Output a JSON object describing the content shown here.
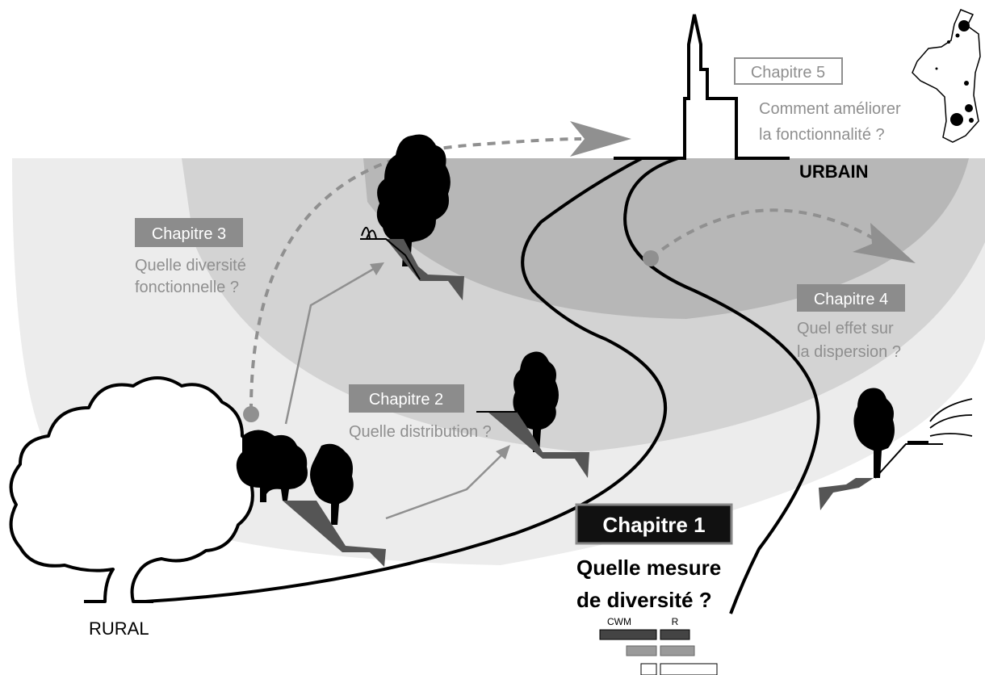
{
  "labels": {
    "urbain": "URBAIN",
    "rural": "RURAL"
  },
  "chapters": [
    {
      "tag": "Chapitre 1",
      "question_line1": "Quelle mesure",
      "question_line2": "de diversité ?"
    },
    {
      "tag": "Chapitre 2",
      "question_line1": "Quelle distribution ?"
    },
    {
      "tag": "Chapitre 3",
      "question_line1": "Quelle diversité",
      "question_line2": "fonctionnelle ?"
    },
    {
      "tag": "Chapitre 4",
      "question_line1": "Quel effet sur",
      "question_line2": "la dispersion ?"
    },
    {
      "tag": "Chapitre 5",
      "question_line1": "Comment améliorer",
      "question_line2": "la fonctionnalité ?"
    }
  ],
  "legend": {
    "col1": "CWM",
    "col2": "R"
  },
  "colors": {
    "background": "#ffffff",
    "band_outer": "#ececec",
    "band_middle": "#d3d3d3",
    "band_inner": "#b7b7b7",
    "chapter_label_bg": "#8c8c8c",
    "chapter1_bg": "#111111",
    "chapter_text_gray": "#8f8f8f",
    "ink": "#000000",
    "arrow_gray": "#909090"
  },
  "icons": [
    "tree-outline-icon",
    "cathedral-icon",
    "region-map-icon",
    "tree-silhouette-icon",
    "dispersal-arrows-icon"
  ]
}
